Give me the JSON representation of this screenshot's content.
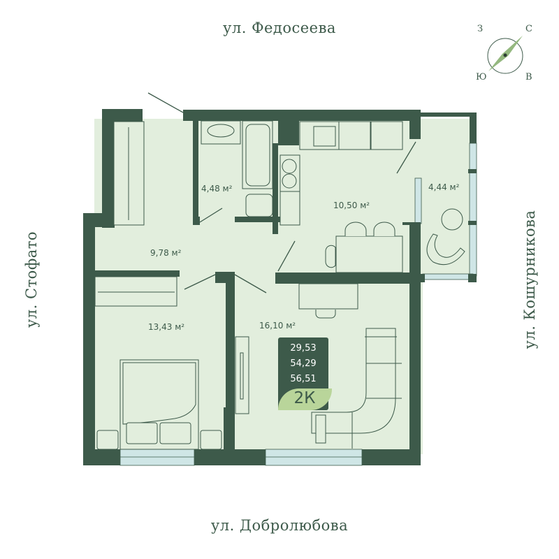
{
  "streets": {
    "top": "ул. Федосеева",
    "bottom": "ул. Добролюбова",
    "left": "ул. Стофато",
    "right": "ул. Кошурникова"
  },
  "compass": {
    "north": "С",
    "south": "Ю",
    "east": "В",
    "west": "З",
    "needle_color": "#94b87f"
  },
  "rooms": [
    {
      "id": "bathroom",
      "area": "4,48",
      "unit": "м²"
    },
    {
      "id": "kitchen",
      "area": "10,50",
      "unit": "м²"
    },
    {
      "id": "balcony",
      "area": "4,44",
      "unit": "м²"
    },
    {
      "id": "hallway",
      "area": "9,78",
      "unit": "м²"
    },
    {
      "id": "bedroom",
      "area": "13,43",
      "unit": "м²"
    },
    {
      "id": "living-room",
      "area": "16,10",
      "unit": "м²"
    }
  ],
  "summary": {
    "living_area": "29,53",
    "total_area": "54,29",
    "total_area_with_balcony": "56,51",
    "apartment_type": "2К"
  },
  "colors": {
    "wall": "#3d5a4a",
    "floor": "#e2eedd",
    "window": "#cfe6e6",
    "accent": "#b9d59a"
  }
}
